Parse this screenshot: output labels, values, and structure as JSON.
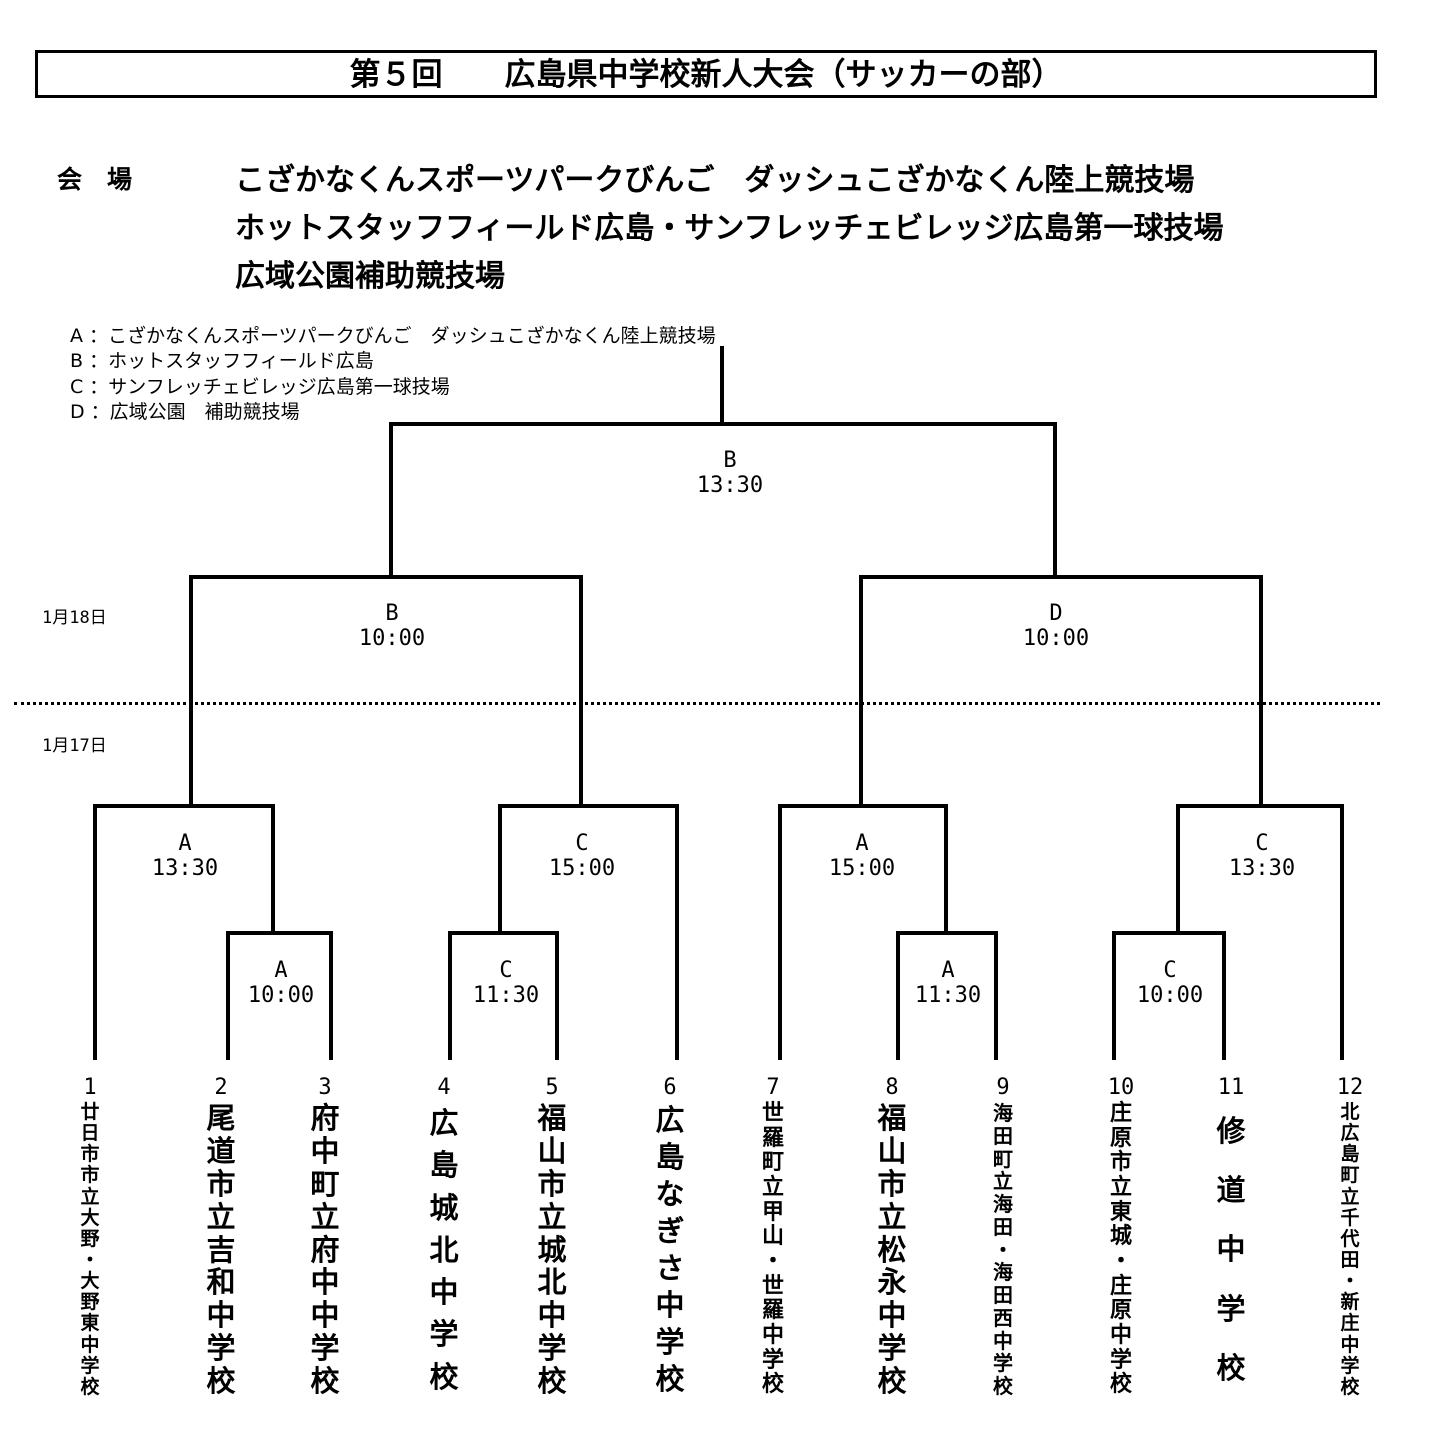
{
  "header": {
    "title": "第５回　　広島県中学校新人大会（サッカーの部）"
  },
  "venues": {
    "label": "会　場",
    "lines": [
      "こざかなくんスポーツパークびんご　ダッシュこざかなくん陸上競技場",
      "ホットスタッフフィールド広島・サンフレッチェビレッジ広島第一球技場",
      "広域公園補助競技場"
    ]
  },
  "legend": [
    "A ：こざかなくんスポーツパークびんご　ダッシュこざかなくん陸上競技場",
    "B ：ホットスタッフフィールド広島",
    "C ：サンフレッチェビレッジ広島第一球技場",
    "D ：広域公園　補助競技場"
  ],
  "dates": {
    "day2": "1月18日",
    "day1": "1月17日"
  },
  "matches": {
    "final": {
      "venue": "B",
      "time": "13:30"
    },
    "semi_left": {
      "venue": "B",
      "time": "10:00"
    },
    "semi_right": {
      "venue": "D",
      "time": "10:00"
    },
    "qf1": {
      "venue": "A",
      "time": "13:30"
    },
    "qf2": {
      "venue": "C",
      "time": "15:00"
    },
    "qf3": {
      "venue": "A",
      "time": "15:00"
    },
    "qf4": {
      "venue": "C",
      "time": "13:30"
    },
    "r1_1": {
      "venue": "A",
      "time": "10:00"
    },
    "r1_2": {
      "venue": "C",
      "time": "11:30"
    },
    "r1_3": {
      "venue": "A",
      "time": "11:30"
    },
    "r1_4": {
      "venue": "C",
      "time": "10:00"
    }
  },
  "teams": [
    {
      "seed": "1",
      "name": "廿日市市立大野・大野東中学校"
    },
    {
      "seed": "2",
      "name": "尾道市立吉和中学校"
    },
    {
      "seed": "3",
      "name": "府中町立府中中学校"
    },
    {
      "seed": "4",
      "name": "広島城北中学校"
    },
    {
      "seed": "5",
      "name": "福山市立城北中学校"
    },
    {
      "seed": "6",
      "name": "広島なぎさ中学校"
    },
    {
      "seed": "7",
      "name": "世羅町立甲山・世羅中学校"
    },
    {
      "seed": "8",
      "name": "福山市立松永中学校"
    },
    {
      "seed": "9",
      "name": "海田町立海田・海田西中学校"
    },
    {
      "seed": "10",
      "name": "庄原市立東城・庄原中学校"
    },
    {
      "seed": "11",
      "name": "修道中学校"
    },
    {
      "seed": "12",
      "name": "北広島町立千代田・新庄中学校"
    }
  ]
}
